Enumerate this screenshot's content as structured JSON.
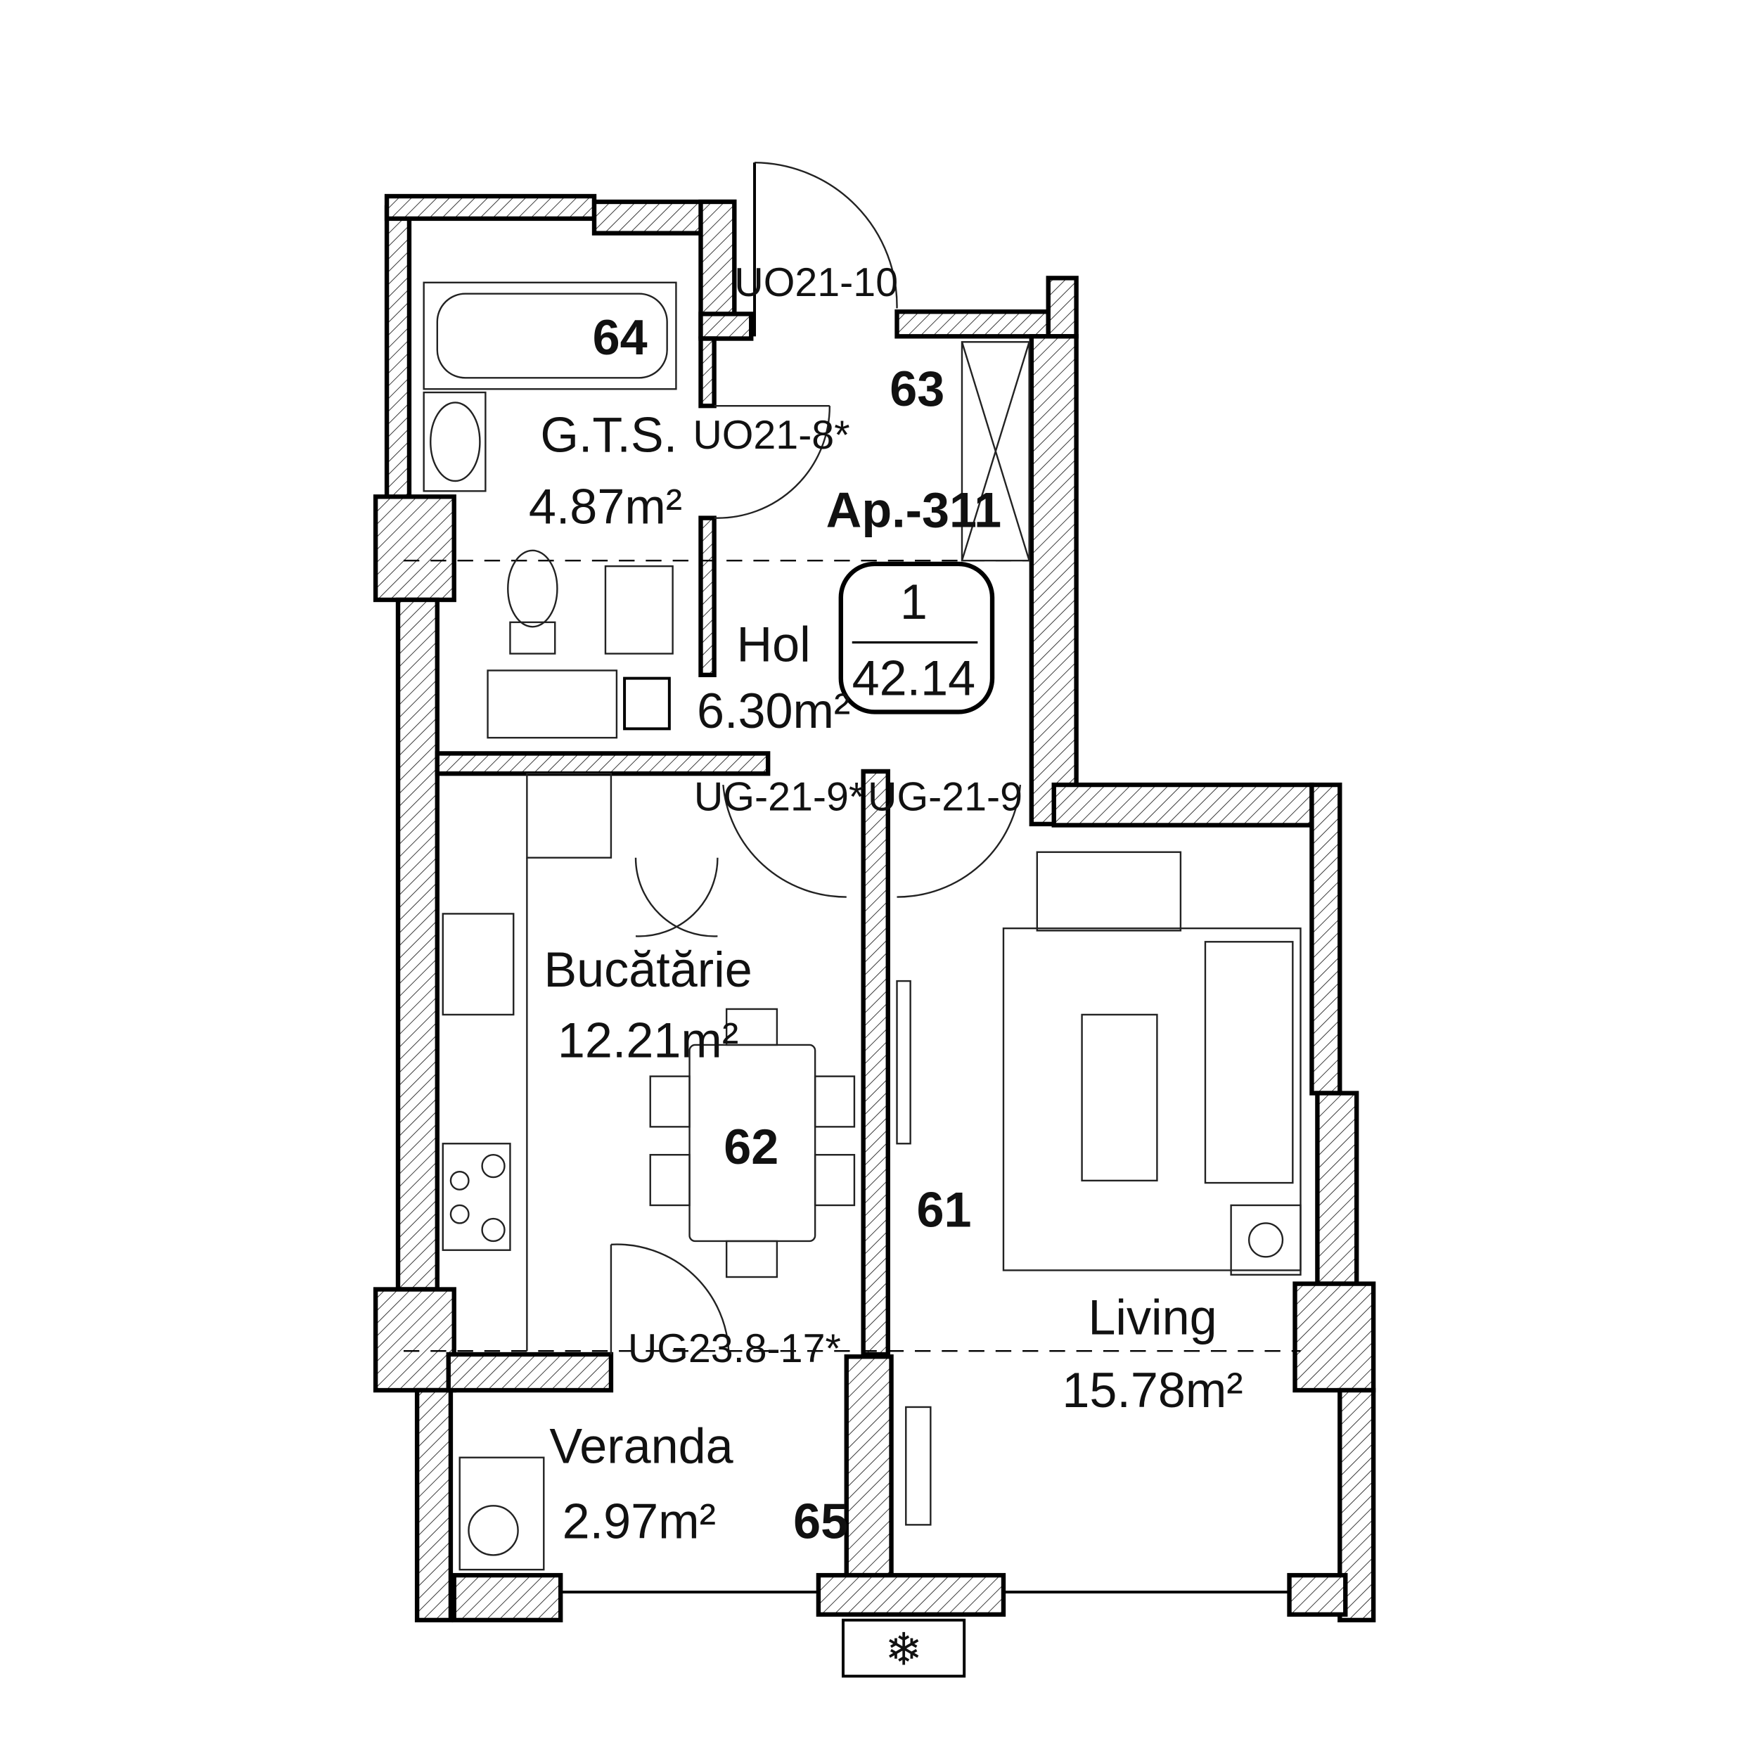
{
  "apartment": {
    "label": "Ap.-311",
    "rooms_count": "1",
    "total_area": "42.14"
  },
  "rooms": [
    {
      "number": "64",
      "name": "G.T.S.",
      "area": "4.87m²"
    },
    {
      "number": "63",
      "name": "Hol",
      "area": "6.30m²"
    },
    {
      "number": "62",
      "name": "Bucătărie",
      "area": "12.21m²"
    },
    {
      "number": "61",
      "name": "Living",
      "area": "15.78m²"
    },
    {
      "number": "65",
      "name": "Veranda",
      "area": "2.97m²"
    }
  ],
  "doors": [
    "UO21-10",
    "UO21-8*",
    "UG-21-9*",
    "UG-21-9",
    "UG23.8-17*"
  ],
  "icons": [
    "snowflake-icon"
  ]
}
